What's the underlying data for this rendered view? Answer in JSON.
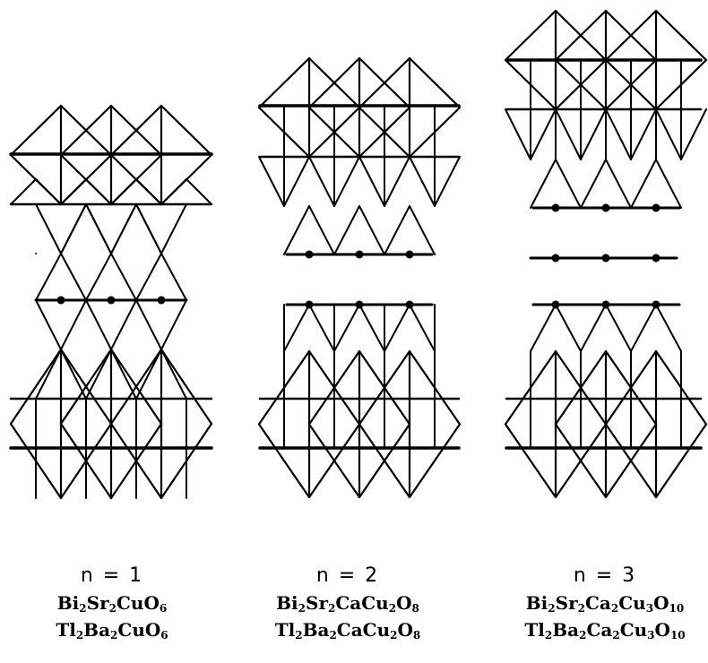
{
  "structures": [
    {
      "n_label": "n = 1",
      "formula_a": [
        [
          "Bi",
          "2"
        ],
        [
          "Sr",
          "2"
        ],
        [
          "CuO",
          "6"
        ]
      ],
      "formula_b": [
        [
          "Tl",
          "2"
        ],
        [
          "Ba",
          "2"
        ],
        [
          "CuO",
          "6"
        ]
      ]
    },
    {
      "n_label": "n = 2",
      "formula_a": [
        [
          "Bi",
          "2"
        ],
        [
          "Sr",
          "2"
        ],
        [
          "CaCu",
          "2"
        ],
        [
          "O",
          "8"
        ]
      ],
      "formula_b": [
        [
          "Tl",
          "2"
        ],
        [
          "Ba",
          "2"
        ],
        [
          "CaCu",
          "2"
        ],
        [
          "O",
          "8"
        ]
      ]
    },
    {
      "n_label": "n = 3",
      "formula_a": [
        [
          "Bi",
          "2"
        ],
        [
          "Sr",
          "2"
        ],
        [
          "Ca",
          "2"
        ],
        [
          "Cu",
          "3"
        ],
        [
          "O",
          "10"
        ]
      ],
      "formula_b": [
        [
          "Tl",
          "2"
        ],
        [
          "Ba",
          "2"
        ],
        [
          "Ca",
          "2"
        ],
        [
          "Cu",
          "3"
        ],
        [
          "O",
          "10"
        ]
      ]
    }
  ]
}
